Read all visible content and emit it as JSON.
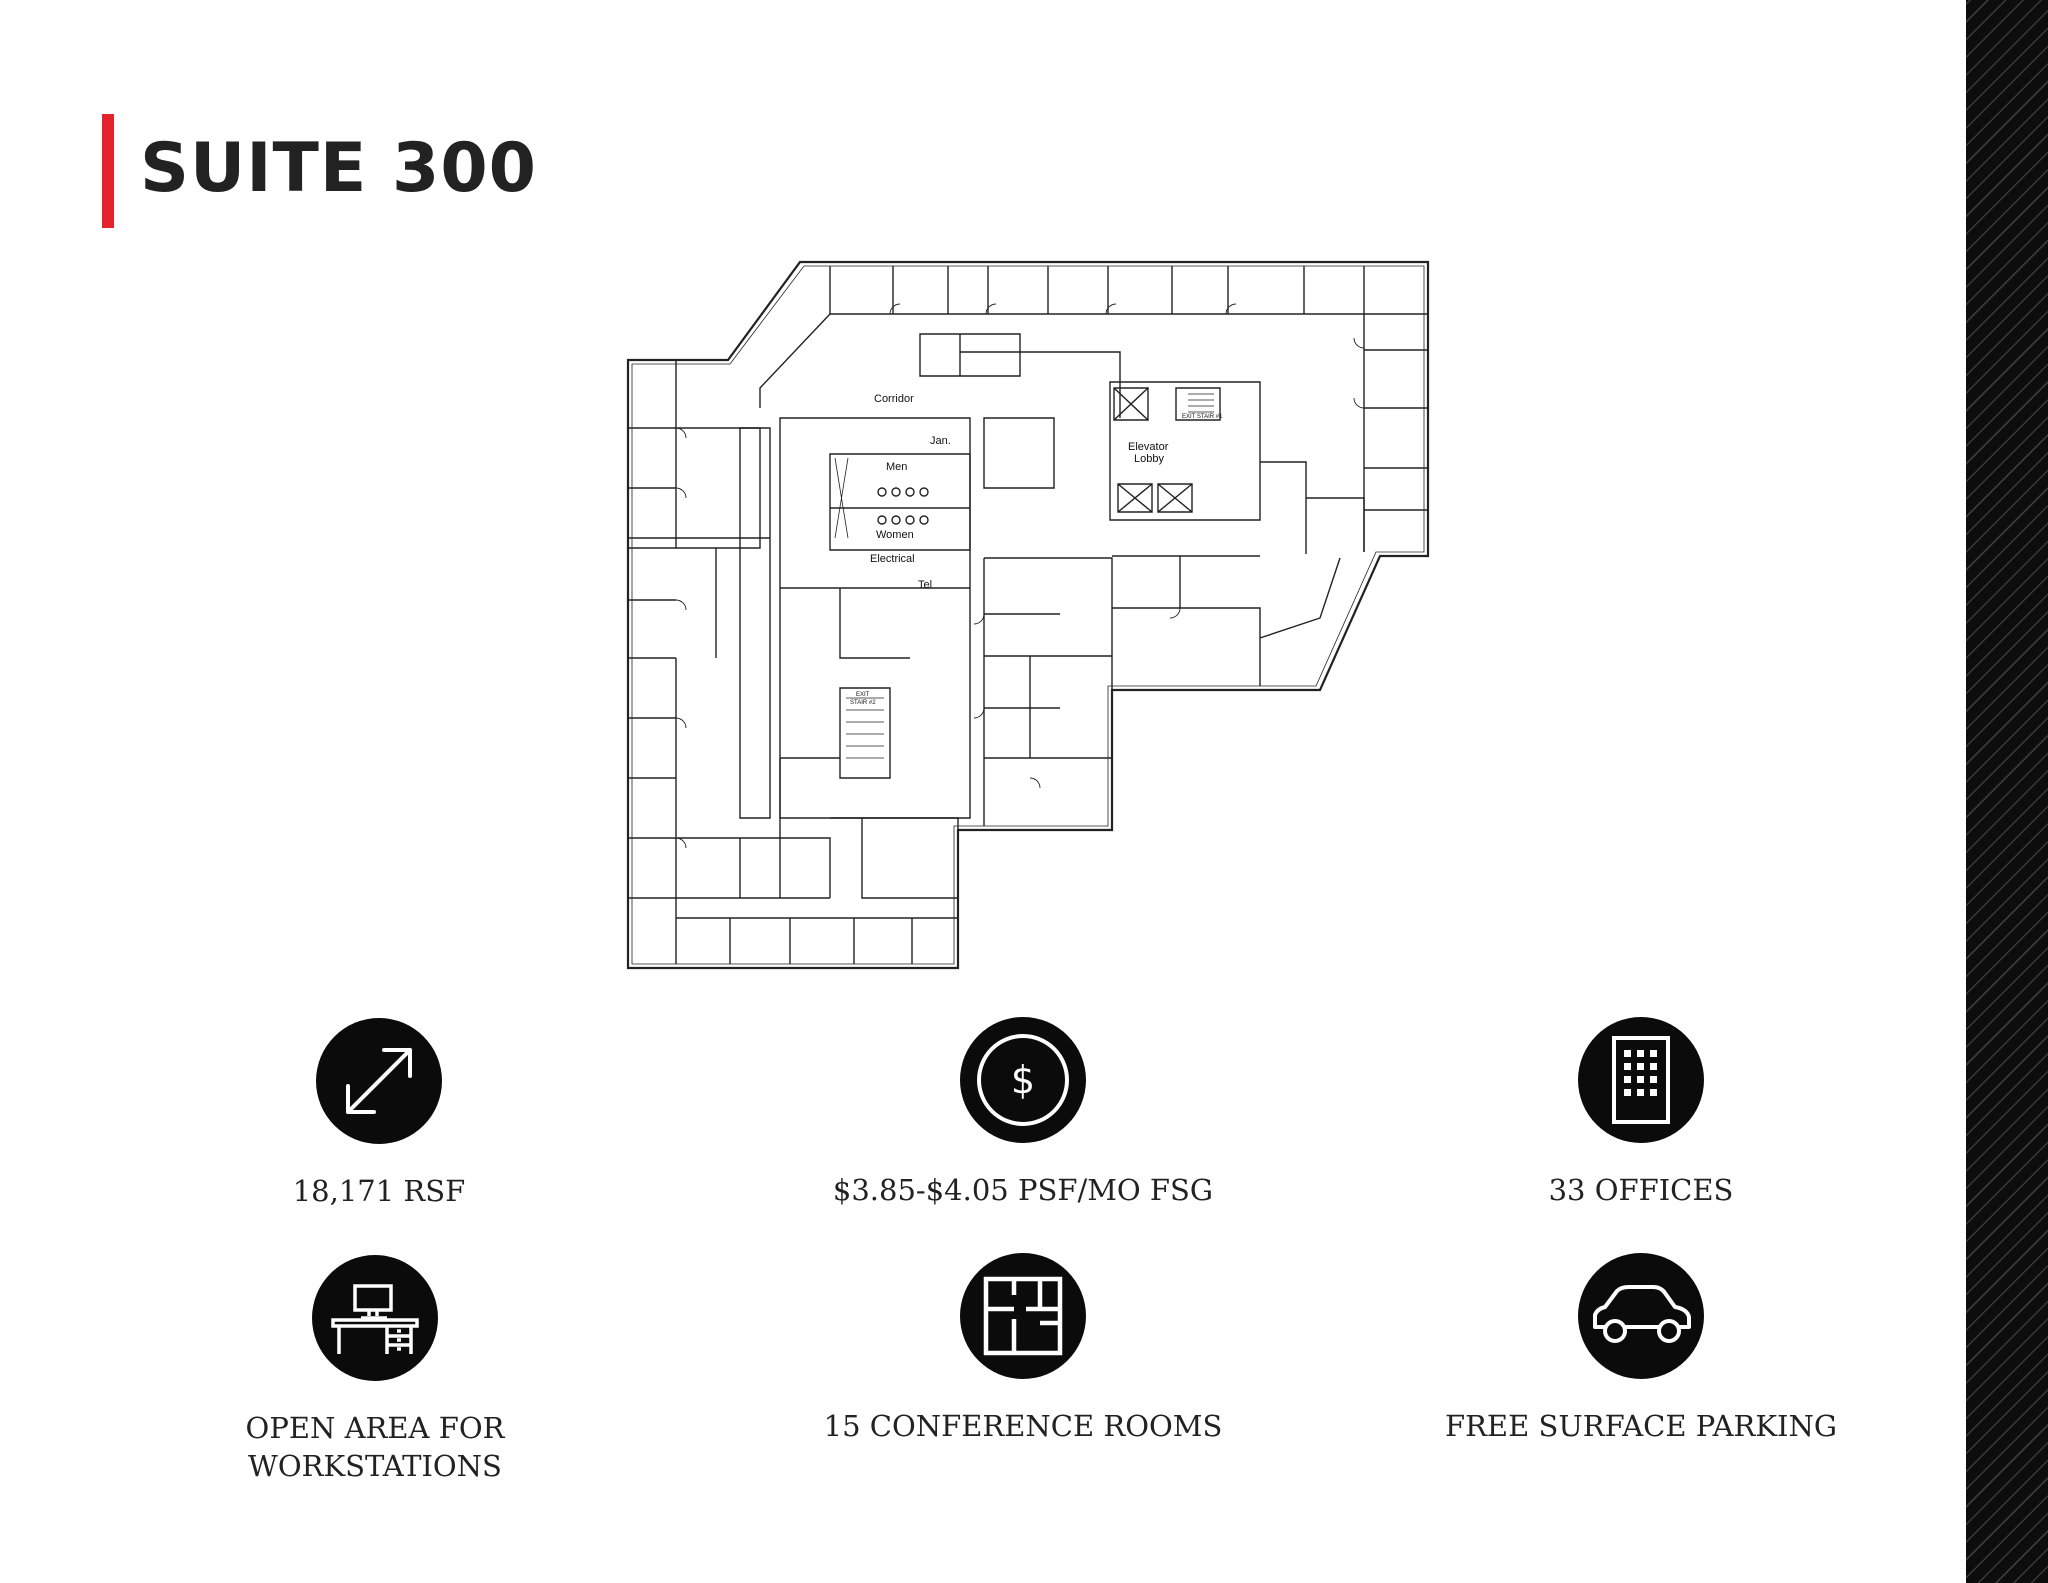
{
  "page": {
    "title": "SUITE 300",
    "accent_color": "#e3222b"
  },
  "floorplan": {
    "labels": {
      "corridor": "Corridor",
      "jan": "Jan.",
      "men": "Men",
      "women": "Women",
      "electrical": "Electrical",
      "tel": "Tel",
      "elevator": "Elevator",
      "lobby": "Lobby",
      "exit_stair_1": "EXIT STAIR #1",
      "exit": "EXIT",
      "stair_2": "STAIR #2"
    }
  },
  "features": [
    {
      "icon": "resize-arrow-icon",
      "label": "18,171 RSF"
    },
    {
      "icon": "dollar-icon",
      "label": "$3.85-$4.05 PSF/MO FSG"
    },
    {
      "icon": "building-icon",
      "label": "33 OFFICES"
    },
    {
      "icon": "desk-computer-icon",
      "label": "OPEN AREA FOR WORKSTATIONS"
    },
    {
      "icon": "floorplan-icon",
      "label": "15 CONFERENCE ROOMS"
    },
    {
      "icon": "car-icon",
      "label": "FREE SURFACE PARKING"
    }
  ]
}
